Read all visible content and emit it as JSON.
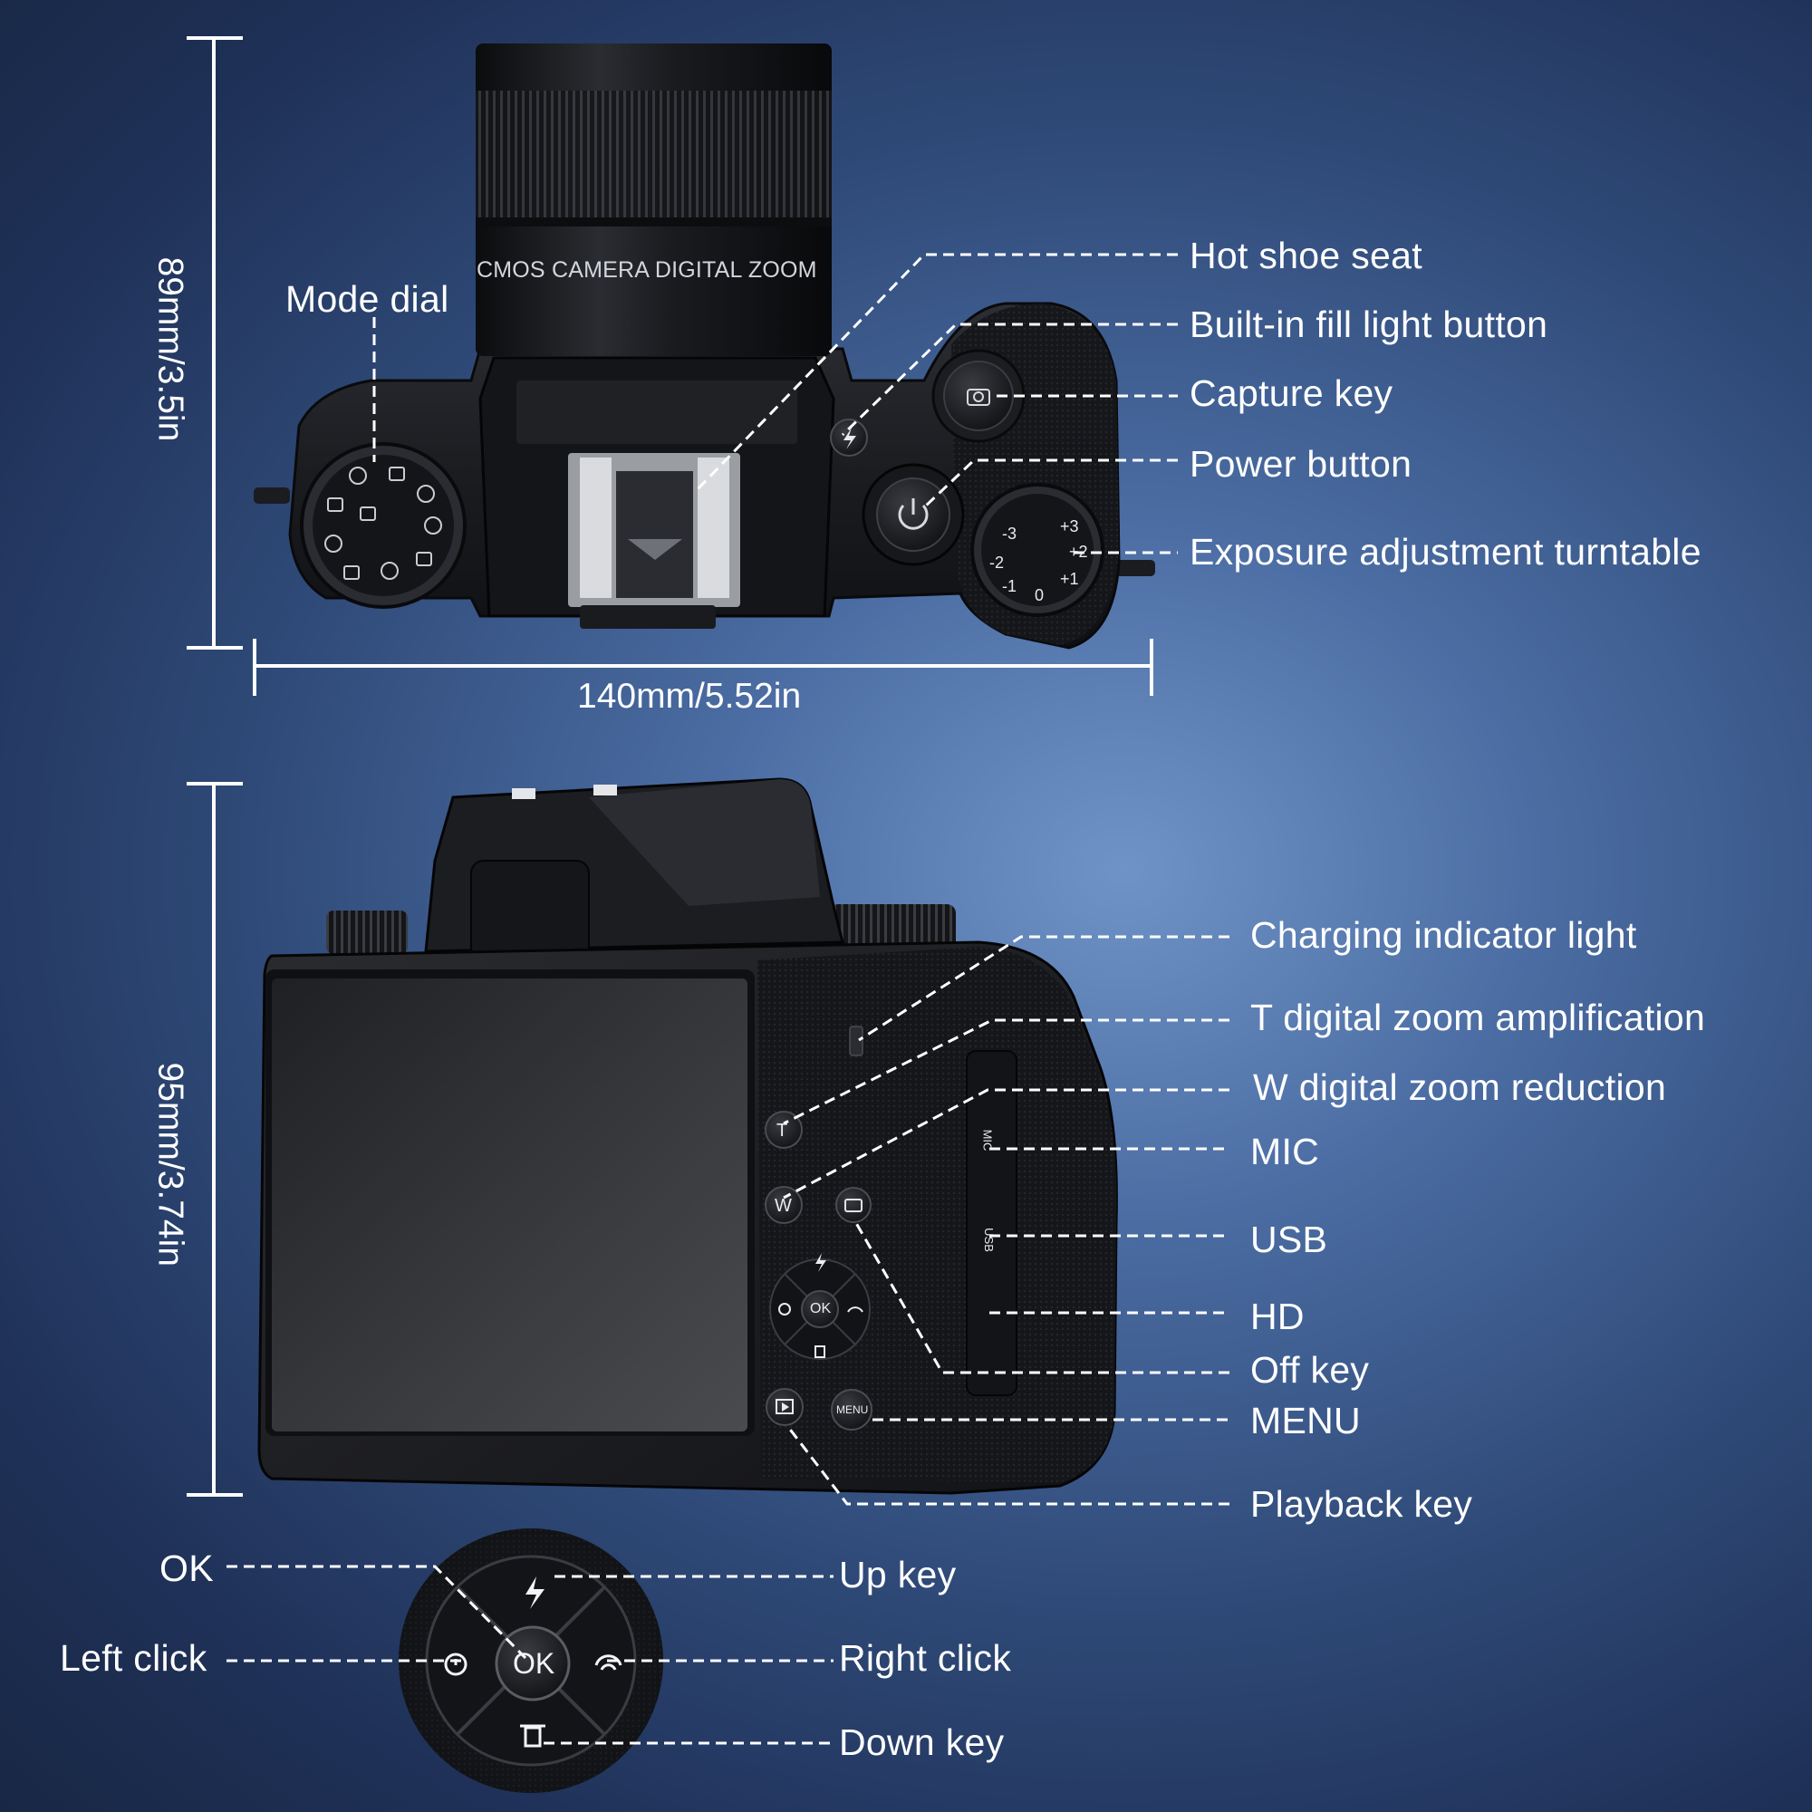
{
  "colors": {
    "background_center": "#6f93c7",
    "background_edge": "#182744",
    "label_text": "#ffffff",
    "camera_body": "#1b1c1f"
  },
  "top_view": {
    "lens_text": "CMOS CAMERA DIGITAL ZOOM",
    "labels": {
      "mode_dial": "Mode dial",
      "hot_shoe_seat": "Hot shoe seat",
      "fill_light_button": "Built-in fill light button",
      "capture_key": "Capture key",
      "power_button": "Power button",
      "exposure_turntable": "Exposure adjustment turntable"
    },
    "exposure_dial_marks": [
      "-3",
      "-2",
      "-1",
      "0",
      "+1",
      "+2",
      "+3"
    ],
    "height_dimension": "89mm/3.5in",
    "width_dimension": "140mm/5.52in"
  },
  "back_view": {
    "labels": {
      "charging_indicator": "Charging indicator light",
      "t_zoom": "T digital zoom amplification",
      "w_zoom": "W digital zoom reduction",
      "mic": "MIC",
      "usb": "USB",
      "hd": "HD",
      "off_key": "Off key",
      "menu": "MENU",
      "playback_key": "Playback key"
    },
    "button_text": {
      "t": "T",
      "w": "W",
      "ok": "OK",
      "menu": "MENU"
    },
    "port_text": {
      "mic": "MIC",
      "usb": "USB"
    },
    "height_dimension": "95mm/3.74in"
  },
  "dpad_detail": {
    "labels": {
      "ok": "OK",
      "left_click": "Left click",
      "up_key": "Up key",
      "right_click": "Right click",
      "down_key": "Down key"
    },
    "center_text": "OK"
  }
}
